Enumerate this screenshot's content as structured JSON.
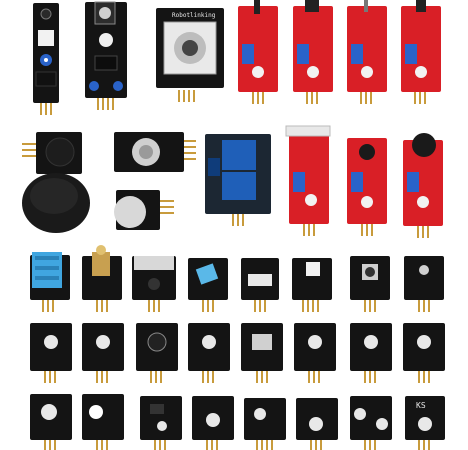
{
  "photo": {
    "kit_modules": [
      {
        "id": "ir-sensor-module",
        "board": "black"
      },
      {
        "id": "ir-obstacle-module",
        "board": "black"
      },
      {
        "id": "joystick-module",
        "board": "black",
        "silk_text": "Robotlinking"
      },
      {
        "id": "red-sensor-module-1",
        "board": "red"
      },
      {
        "id": "red-sensor-module-2",
        "board": "red"
      },
      {
        "id": "red-sensor-module-3",
        "board": "red"
      },
      {
        "id": "red-sensor-module-4",
        "board": "red"
      },
      {
        "id": "buzzer-module",
        "board": "black"
      },
      {
        "id": "rotary-encoder-module",
        "board": "black"
      },
      {
        "id": "relay-module",
        "board": "dark-blue"
      },
      {
        "id": "reed-switch-module",
        "board": "red"
      },
      {
        "id": "mic-sensor-module",
        "board": "red"
      },
      {
        "id": "big-mic-sensor-module",
        "board": "red"
      },
      {
        "id": "joystick-cap",
        "board": "black"
      },
      {
        "id": "passive-buzzer-module",
        "board": "black"
      }
    ],
    "small_module_silk": {
      "row1": [
        "",
        "",
        "",
        "",
        "",
        "",
        "",
        ""
      ],
      "row4_last": "KS"
    },
    "colors": {
      "black_pcb": "#141414",
      "red_pcb": "#d91f26",
      "relay_pcb": "#1c2733",
      "relay_blue": "#1f5fb8",
      "header_gold": "#c89b3c",
      "pot_blue": "#2a63c9"
    }
  }
}
